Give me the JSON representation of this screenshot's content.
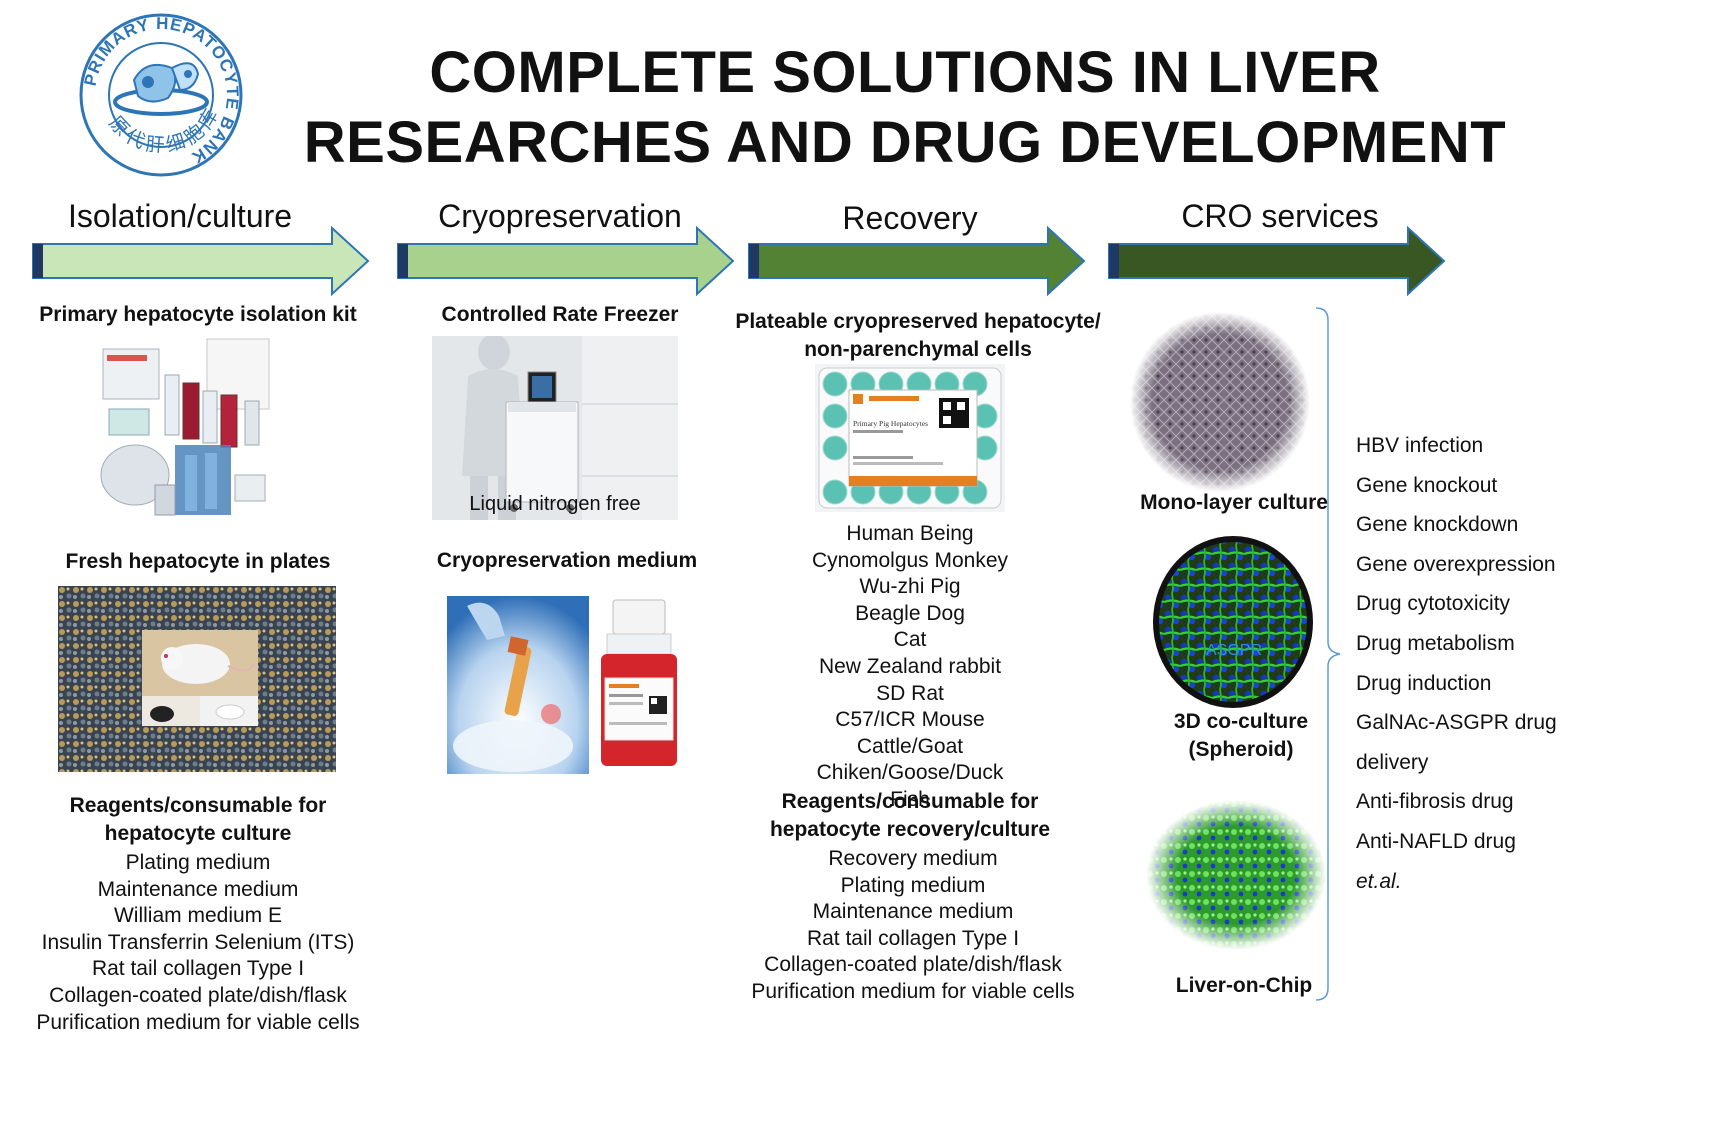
{
  "logo": {
    "ring_text_en": "PRIMARY HEPATOCYTE BANK",
    "ring_text_cn": "原代肝细胞库"
  },
  "title": {
    "line1": "COMPLETE SOLUTIONS IN LIVER",
    "line2": "RESEARCHES AND DRUG DEVELOPMENT"
  },
  "stages": [
    {
      "label": "Isolation/culture",
      "color": "#c8e6b8"
    },
    {
      "label": "Cryopreservation",
      "color": "#a9d18e"
    },
    {
      "label": "Recovery",
      "color": "#548235"
    },
    {
      "label": "CRO services",
      "color": "#385723"
    }
  ],
  "isolation": {
    "kit_heading": "Primary hepatocyte isolation kit",
    "plates_heading": "Fresh hepatocyte in plates",
    "reagents_heading_1": "Reagents/consumable for",
    "reagents_heading_2": "hepatocyte culture",
    "reagents": [
      "Plating medium",
      "Maintenance medium",
      "William medium E",
      "Insulin Transferrin Selenium (ITS)",
      "Rat tail collagen Type I",
      "Collagen-coated plate/dish/flask",
      "Purification medium for viable cells"
    ]
  },
  "cryo": {
    "freezer_heading": "Controlled Rate Freezer",
    "freezer_caption": "Liquid nitrogen free",
    "medium_heading": "Cryopreservation medium"
  },
  "recovery": {
    "cells_heading_1": "Plateable cryopreserved hepatocyte/",
    "cells_heading_2": "non-parenchymal cells",
    "box_label": "Primary Pig Hepatocytes",
    "species": [
      "Human Being",
      "Cynomolgus Monkey",
      "Wu-zhi Pig",
      "Beagle Dog",
      "Cat",
      "New Zealand rabbit",
      "SD Rat",
      "C57/ICR Mouse",
      "Cattle/Goat",
      "Chiken/Goose/Duck",
      "Fish"
    ],
    "reagents_heading_1": "Reagents/consumable for",
    "reagents_heading_2": "hepatocyte recovery/culture",
    "reagents": [
      "Recovery medium",
      "Plating medium",
      "Maintenance medium",
      "Rat tail collagen Type I",
      "Collagen-coated plate/dish/flask",
      "Purification medium for viable cells"
    ]
  },
  "cro": {
    "mono_label": "Mono-layer culture",
    "spheroid_label_1": "3D co-culture",
    "spheroid_label_2": "(Spheroid)",
    "spheroid_marker": "ASGPR",
    "chip_label": "Liver-on-Chip",
    "services": [
      "HBV infection",
      "Gene knockout",
      "Gene knockdown",
      "Gene overexpression",
      "Drug cytotoxicity",
      "Drug metabolism",
      "Drug induction",
      "GalNAc-ASGPR drug",
      "delivery",
      "Anti-fibrosis drug",
      "Anti-NAFLD drug",
      "et.al."
    ]
  }
}
